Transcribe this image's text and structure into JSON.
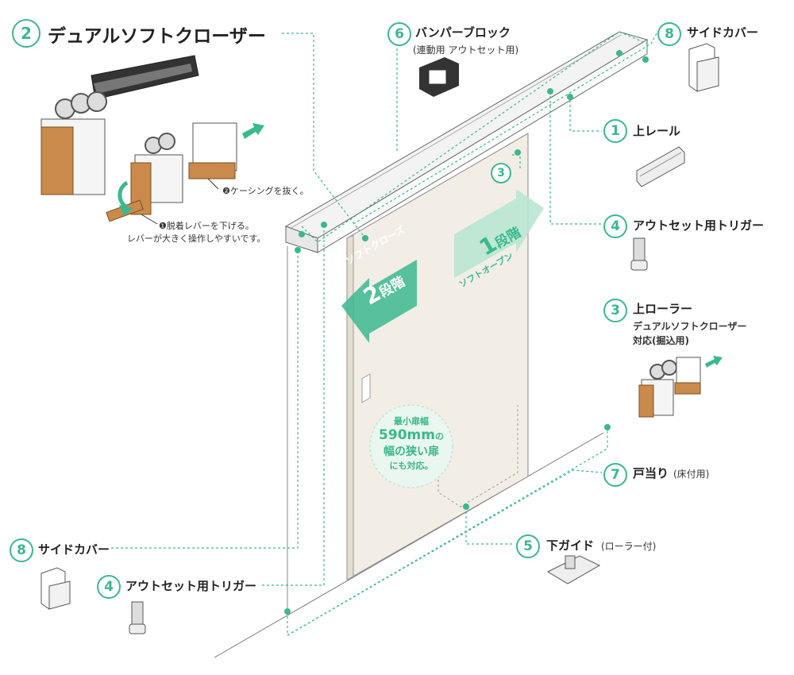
{
  "header": {
    "number": "2",
    "title": "デュアルソフトクローザー"
  },
  "steps": {
    "step2": "❷ケーシングを抜く。",
    "step1": "❶脱着レバーを下げる。",
    "step1_note": "レバーが大きく操作しやすいです。"
  },
  "parts": [
    {
      "number": "6",
      "name": "バンパーブロック",
      "sub": "(連動用 アウトセット用)"
    },
    {
      "number": "8",
      "name": "サイドカバー",
      "sub": ""
    },
    {
      "number": "1",
      "name": "上レール",
      "sub": ""
    },
    {
      "number": "4",
      "name": "アウトセット用トリガー",
      "sub": ""
    },
    {
      "number": "3",
      "name": "上ローラー",
      "sub": "デュアルソフトクローザー",
      "sub2": "対応(掘込用)"
    },
    {
      "number": "7",
      "name": "戸当り",
      "sub": "(床付用)"
    },
    {
      "number": "5",
      "name": "下ガイド",
      "sub": "(ローラー付)"
    },
    {
      "number": "8",
      "name": "サイドカバー",
      "sub": ""
    },
    {
      "number": "4",
      "name": "アウトセット用トリガー",
      "sub": ""
    }
  ],
  "door_marker": "3",
  "arrows": {
    "close_line1": "ソフトクローズ",
    "close_num": "2",
    "close_unit": "段階",
    "open_num": "1",
    "open_unit": "段階",
    "open_line1": "ソフトオープン"
  },
  "badge": {
    "line1": "最小扉幅",
    "line2_num": "590mm",
    "line2_suffix": "の",
    "line3": "幅の狭い扉",
    "line4": "にも対応。"
  },
  "colors": {
    "accent": "#3bb88e",
    "wood": "#c98a4b",
    "door": "#f2eee6"
  }
}
